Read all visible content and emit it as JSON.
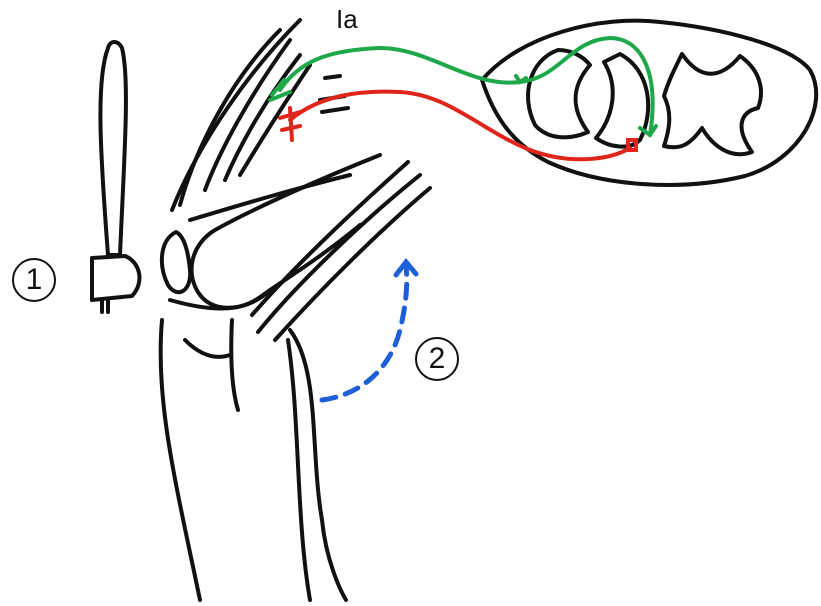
{
  "labels": {
    "fiber": "Ia",
    "step_1": "1",
    "step_2": "2"
  },
  "colors": {
    "outline": "#111111",
    "afferent_fiber": "#1fa84a",
    "motor_fiber": "#e0261b",
    "movement_arrow": "#1d5fd6"
  },
  "icons": {
    "reflex_hammer": "reflex-hammer-icon",
    "movement_arrow": "dashed-curved-arrow-icon"
  }
}
